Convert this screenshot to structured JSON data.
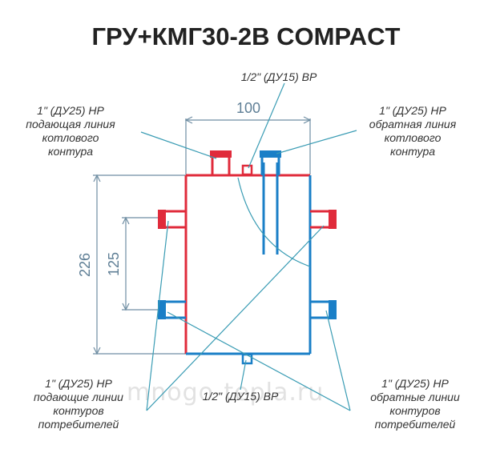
{
  "title": "ГРУ+КМГ30-2В COMPACT",
  "colors": {
    "supply": "#e02b3b",
    "return": "#1a7fc7",
    "leader": "#3a9cb4",
    "dimension": "#6f8ea3"
  },
  "dimensions": {
    "width": "100",
    "height": "226",
    "spacing": "125"
  },
  "labels": {
    "top_port": "1/2\" (ДУ15) ВР",
    "bottom_port": "1/2\" (ДУ15) ВР",
    "supply_boiler": [
      "1\" (ДУ25) НР",
      "подающая линия",
      "котлового",
      "контура"
    ],
    "return_boiler": [
      "1\" (ДУ25) НР",
      "обратная линия",
      "котлового",
      "контура"
    ],
    "supply_consumers": [
      "1\" (ДУ25) НР",
      "подающие линии",
      "контуров",
      "потребителей"
    ],
    "return_consumers": [
      "1\" (ДУ25) НР",
      "обратные линии",
      "контуров",
      "потребителей"
    ]
  },
  "watermark": "mnogo-tepla.ru"
}
